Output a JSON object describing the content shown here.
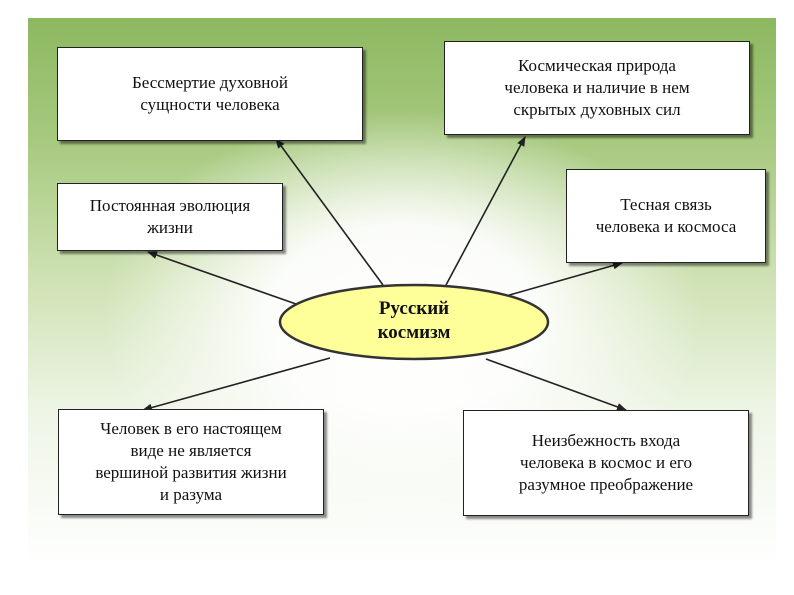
{
  "center": {
    "label": "Русский\nкосмизм",
    "fill": "#ffff99",
    "stroke": "#333333"
  },
  "boxes": [
    {
      "id": "immortality",
      "label": "Бессмертие духовной\nсущности человека"
    },
    {
      "id": "cosmic-nature",
      "label": "Космическая природа\nчеловека и наличие в нем\nскрытых духовных сил"
    },
    {
      "id": "evolution",
      "label": "Постоянная эволюция\nжизни"
    },
    {
      "id": "connection",
      "label": "Тесная связь\nчеловека и космоса"
    },
    {
      "id": "human-now",
      "label": "Человек в его настоящем\nвиде не является\nвершиной развития жизни\nи разума"
    },
    {
      "id": "space-entry",
      "label": "Неизбежность входа\nчеловека в космос и его\nразумное преображение"
    }
  ],
  "colors": {
    "background_top": "#8cb860",
    "box_border": "#222222",
    "arrow": "#222222"
  }
}
